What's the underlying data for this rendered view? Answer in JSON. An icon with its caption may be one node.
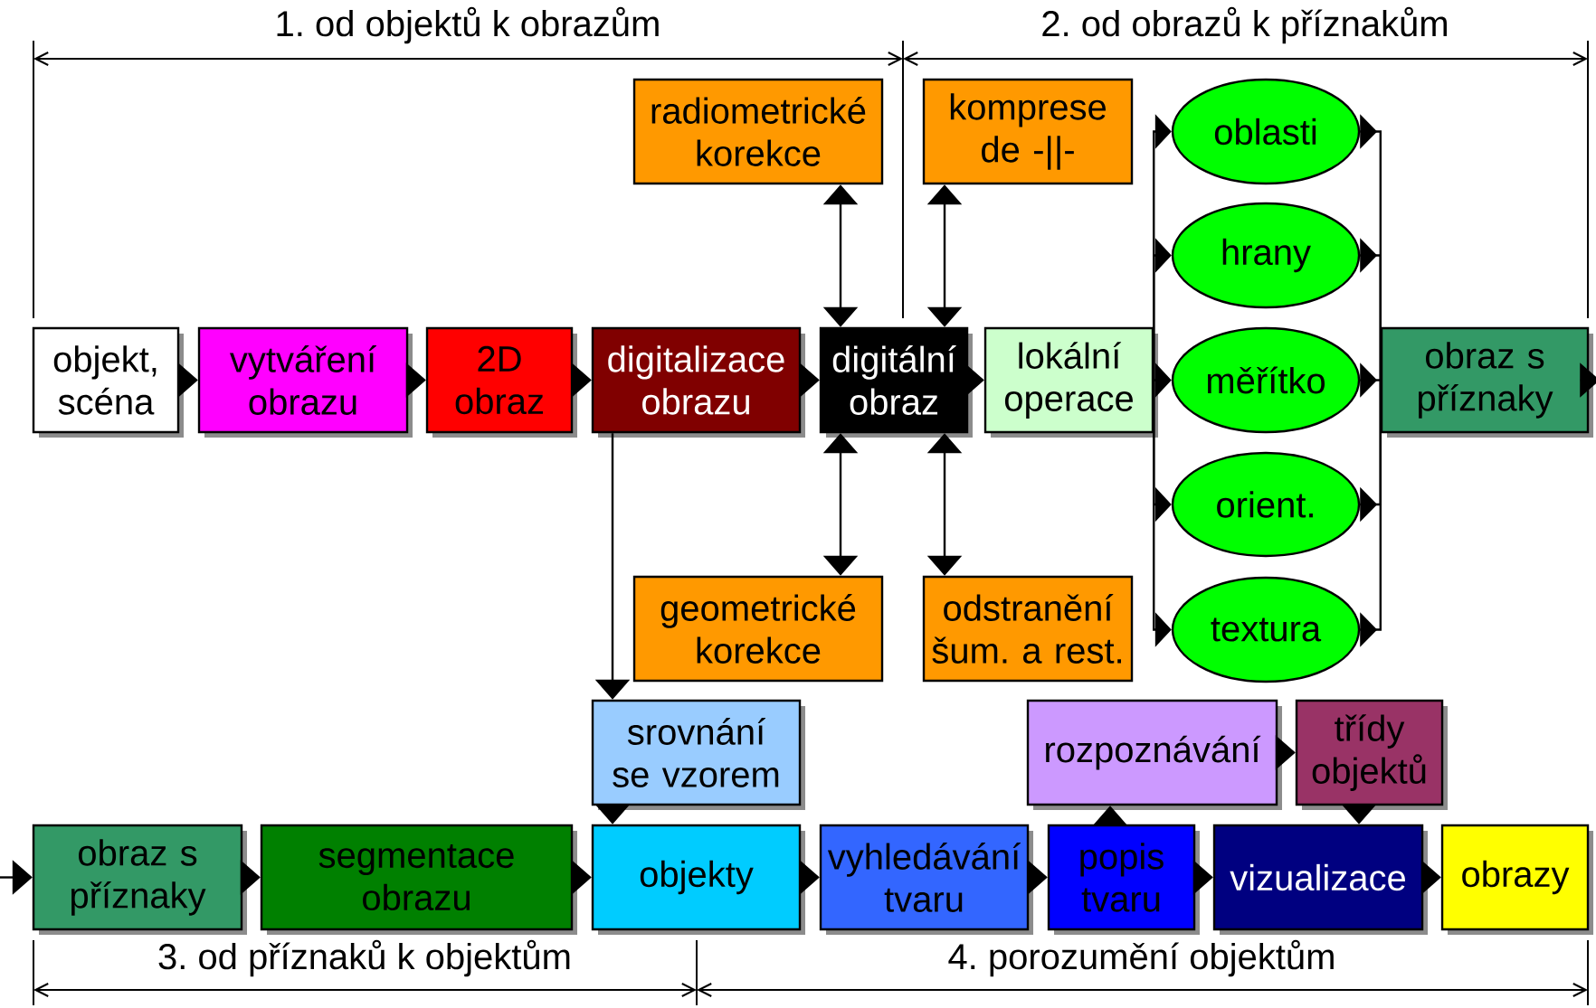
{
  "diagram": {
    "nodes": [
      {
        "text": [
          "radiometrické korekce"
        ]
      },
      {
        "text": [
          "komprese de -||-"
        ]
      },
      {
        "text": [
          "oblasti"
        ]
      },
      {
        "text": [
          "hrany"
        ]
      },
      {
        "text": [
          "objekt, scéna"
        ]
      },
      {
        "text": [
          "vytváření obrazu"
        ]
      },
      {
        "text": [
          "2D obraz"
        ]
      },
      {
        "text": [
          "digitalizace obrazu"
        ]
      },
      {
        "text": [
          "digitální obraz"
        ]
      },
      {
        "text": [
          "lokální operace"
        ]
      },
      {
        "text": [
          "měřítko"
        ]
      },
      {
        "text": [
          "obraz s příznaky"
        ]
      },
      {
        "text": [
          "orient."
        ]
      },
      {
        "text": [
          "geometrické korekce"
        ]
      },
      {
        "text": [
          "odstranění šum. a rest."
        ]
      },
      {
        "text": [
          "textura"
        ]
      },
      {
        "text": [
          "srovnání se vzorem"
        ]
      },
      {
        "text": [
          "rozpoznávání"
        ]
      },
      {
        "text": [
          "třídy objektů"
        ]
      },
      {
        "text": [
          "obraz s příznaky"
        ]
      },
      {
        "text": [
          "segmentace obrazu"
        ]
      },
      {
        "text": [
          "objekty"
        ]
      },
      {
        "text": [
          "vyhledávání tvaru"
        ]
      },
      {
        "text": [
          "popis tvaru"
        ]
      },
      {
        "text": [
          "vizualizace"
        ]
      },
      {
        "text": [
          "obrazy"
        ]
      }
    ],
    "edges": [
      {
        "from": 4,
        "to": 5,
        "arrow": "to"
      },
      {
        "from": 5,
        "to": 6,
        "arrow": "to"
      },
      {
        "from": 6,
        "to": 7,
        "arrow": "to"
      },
      {
        "from": 7,
        "to": 8,
        "arrow": "to"
      },
      {
        "from": 8,
        "to": 9,
        "arrow": "to"
      },
      {
        "from": 8,
        "to": 0,
        "arrow": "both"
      },
      {
        "from": 8,
        "to": 1,
        "arrow": "both"
      },
      {
        "from": 8,
        "to": 13,
        "arrow": "both"
      },
      {
        "from": 8,
        "to": 14,
        "arrow": "both"
      },
      {
        "from": 9,
        "to": 2,
        "arrow": "to"
      },
      {
        "from": 9,
        "to": 3,
        "arrow": "to"
      },
      {
        "from": 9,
        "to": 10,
        "arrow": "to"
      },
      {
        "from": 9,
        "to": 12,
        "arrow": "to"
      },
      {
        "from": 9,
        "to": 15,
        "arrow": "to"
      },
      {
        "from": 2,
        "to": 11,
        "arrow": "to"
      },
      {
        "from": 3,
        "to": 11,
        "arrow": "to"
      },
      {
        "from": 10,
        "to": 11,
        "arrow": "to"
      },
      {
        "from": 12,
        "to": 11,
        "arrow": "to"
      },
      {
        "from": 15,
        "to": 11,
        "arrow": "to"
      },
      {
        "from": 11,
        "to": null,
        "arrow": "to"
      },
      {
        "from": null,
        "to": 19,
        "arrow": "to"
      },
      {
        "from": 19,
        "to": 20,
        "arrow": "to"
      },
      {
        "from": 20,
        "to": 21,
        "arrow": "to"
      },
      {
        "from": 7,
        "to": 16,
        "arrow": "to"
      },
      {
        "from": 16,
        "to": 21,
        "arrow": "to"
      },
      {
        "from": 21,
        "to": 22,
        "arrow": "to"
      },
      {
        "from": 22,
        "to": 23,
        "arrow": "to"
      },
      {
        "from": 23,
        "to": 24,
        "arrow": "to"
      },
      {
        "from": 24,
        "to": 25,
        "arrow": "to"
      },
      {
        "from": 23,
        "to": 17,
        "arrow": "to"
      },
      {
        "from": 17,
        "to": 18,
        "arrow": "to"
      },
      {
        "from": 18,
        "to": 24,
        "arrow": "to"
      }
    ],
    "labels": [
      "1. od objektů k obrazům",
      "2. od obrazů k příznakům",
      "3. od příznaků k objektům",
      "4. porozumění objektům"
    ]
  }
}
